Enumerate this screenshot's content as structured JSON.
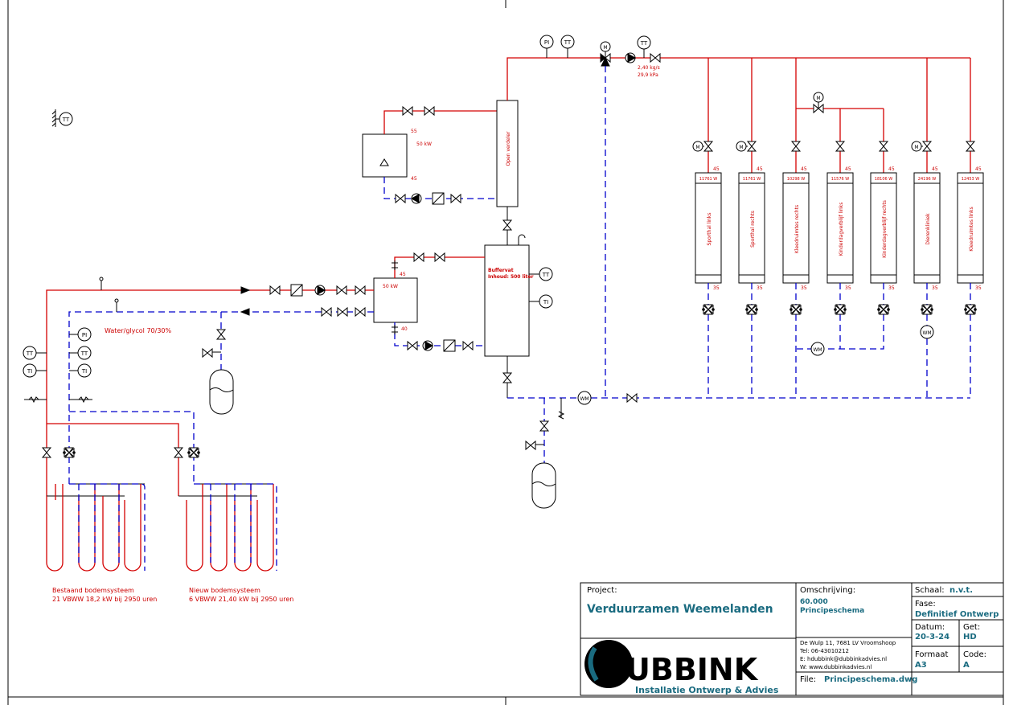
{
  "instruments": {
    "pi": "PI",
    "tt": "TT",
    "ti": "TI",
    "m": "M",
    "wm": "WM"
  },
  "top_flow": {
    "rate": "2,40 kg/s",
    "pressure": "29,9 kPa"
  },
  "open_verdeler": "Open verdeler",
  "heat_unit": {
    "t_high": "55",
    "power": "50 kW",
    "t_low": "45"
  },
  "hx": {
    "t_high": "45",
    "power": "50 kW",
    "t_low": "40"
  },
  "buffer": {
    "line1": "Buffervat",
    "line2": "Inhoud: 500 liter"
  },
  "glycol": "Water/glycol  70/30%",
  "groups": [
    {
      "power": "11761 W",
      "name": "Sporthal links",
      "t_supply": "45",
      "t_return": "35"
    },
    {
      "power": "11761 W",
      "name": "Sporthal rechts",
      "t_supply": "45",
      "t_return": "35"
    },
    {
      "power": "10298 W",
      "name": "Kleedruimtes rechts",
      "t_supply": "45",
      "t_return": "35"
    },
    {
      "power": "11576 W",
      "name": "Kinderdagverblijf links",
      "t_supply": "45",
      "t_return": "35"
    },
    {
      "power": "18106 W",
      "name": "Kinderdagverblijf rechts",
      "t_supply": "45",
      "t_return": "35"
    },
    {
      "power": "24196 W",
      "name": "Dierenkliniek",
      "t_supply": "45",
      "t_return": "35"
    },
    {
      "power": "12453 W",
      "name": "Kleedruimtes links",
      "t_supply": "45",
      "t_return": "35"
    }
  ],
  "soil": {
    "existing": {
      "title": "Bestaand  bodemsysteem",
      "detail": "21  VBWW  18,2  kW  bij  2950  uren"
    },
    "new": {
      "title": "Nieuw  bodemsysteem",
      "detail": "6  VBWW  21,40  kW  bij  2950  uren"
    }
  },
  "title_block": {
    "project_label": "Project:",
    "project_name": "Verduurzamen Weemelanden",
    "description_label": "Omschrijving:",
    "description_code": "60.000",
    "description_name": "Principeschema",
    "scale_label": "Schaal:",
    "scale_value": "n.v.t.",
    "phase_label": "Fase:",
    "phase_value": "Definitief Ontwerp",
    "date_label": "Datum:",
    "date_value": "20-3-24",
    "by_label": "Get:",
    "by_value": "HD",
    "format_label": "Formaat",
    "format_value": "A3",
    "code_label": "Code:",
    "code_value": "A",
    "file_label": "File:",
    "file_value": "Principeschema.dwg",
    "logo_letter": "D",
    "logo_word": "UBBINK",
    "tagline": "Installatie Ontwerp & Advies",
    "address": "De Wulp 11, 7681 LV Vroomshoop",
    "tel": "Tel: 06-43010212",
    "email": "E: hdubbink@dubbinkadvies.nl",
    "web": "W: www.dubbinkadvies.nl"
  },
  "colors": {
    "supply": "#d40000",
    "return": "#0000cc",
    "brand": "#1a6b80"
  }
}
